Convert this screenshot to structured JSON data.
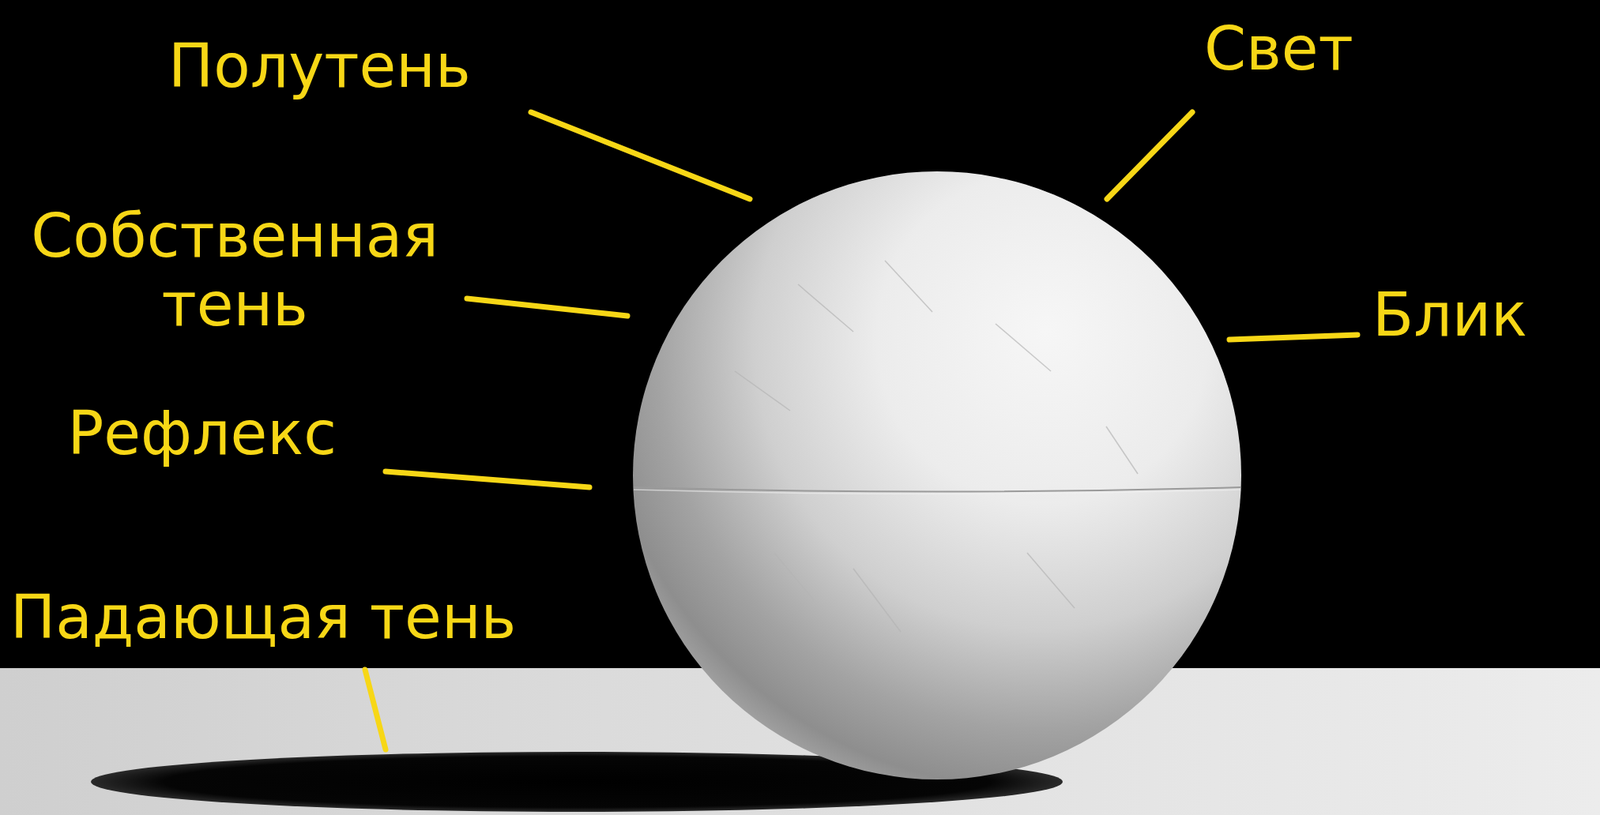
{
  "diagram": {
    "labels": [
      "Полутень",
      "Свет",
      "Собственная тень",
      "Блик",
      "Рефлекс",
      "Падающая тень"
    ]
  }
}
